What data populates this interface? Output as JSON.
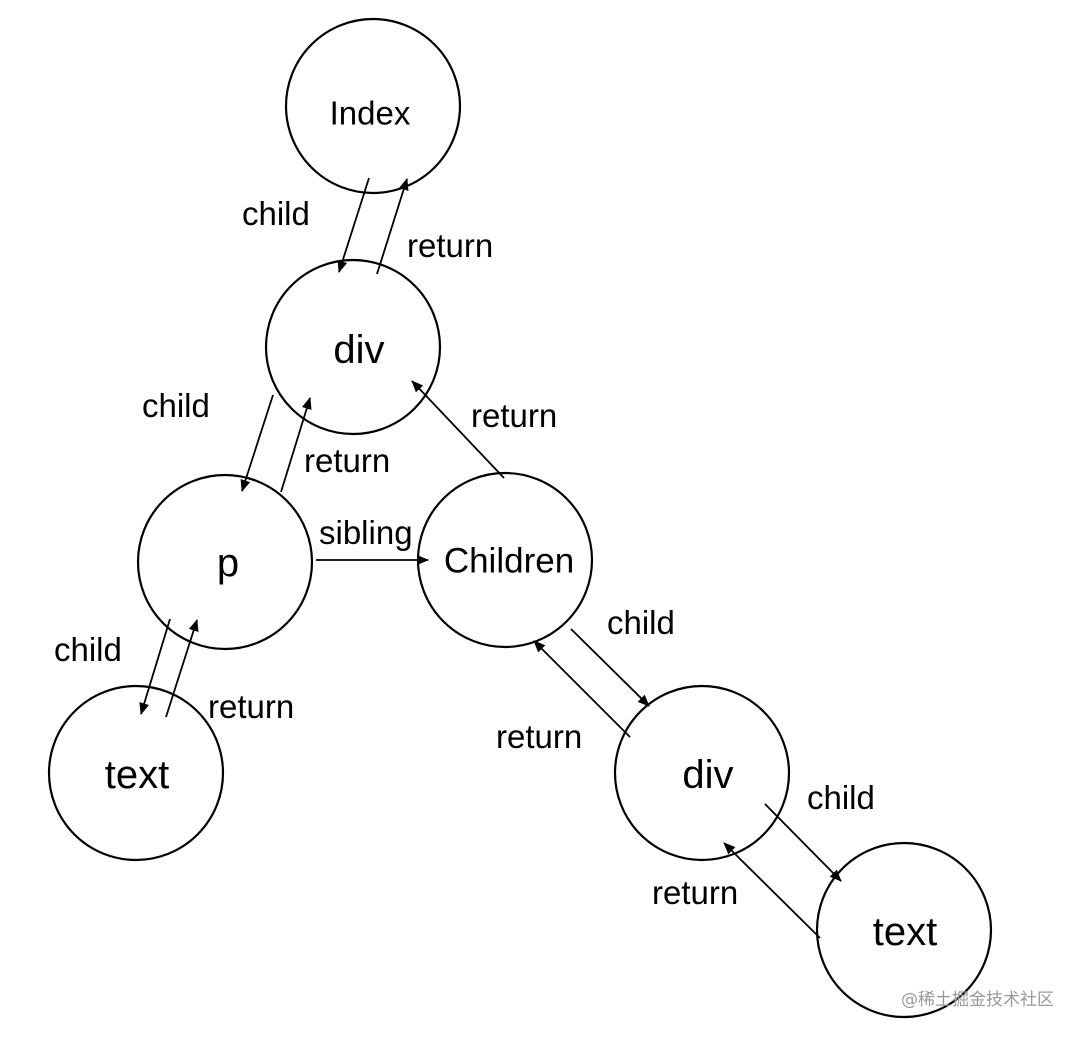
{
  "nodes": {
    "index": "Index",
    "div_top": "div",
    "p": "p",
    "children": "Children",
    "text_left": "text",
    "div_right": "div",
    "text_right": "text"
  },
  "edges": {
    "index_child": "child",
    "index_return": "return",
    "div_p_child": "child",
    "div_p_return": "return",
    "children_return": "return",
    "p_sibling": "sibling",
    "p_text_child": "child",
    "p_text_return": "return",
    "children_div_child": "child",
    "children_div_return": "return",
    "div_text_child": "child",
    "div_text_return": "return"
  },
  "watermark": "@稀土掘金技术社区"
}
